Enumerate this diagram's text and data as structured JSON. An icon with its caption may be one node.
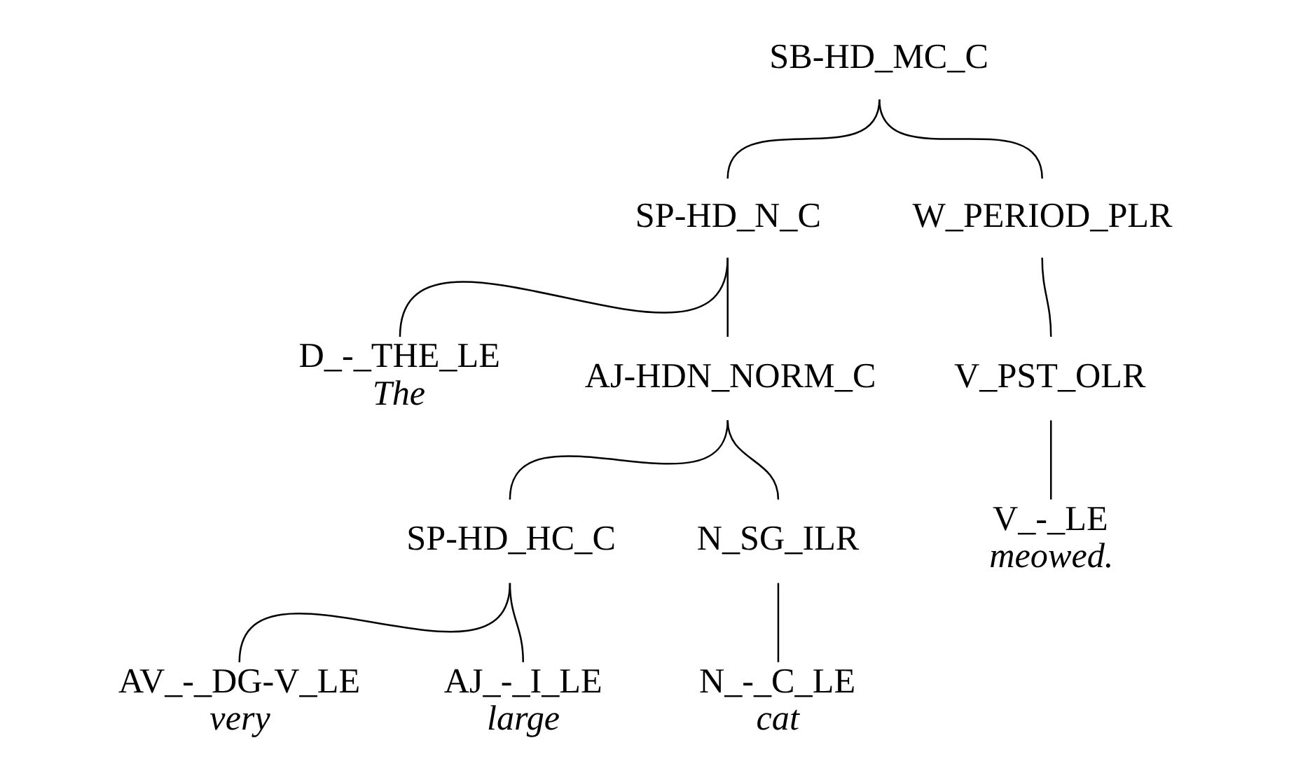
{
  "diagram": {
    "nodes": [
      {
        "text": [
          "SB-HD_MC_C"
        ]
      },
      {
        "text": [
          "SP-HD_N_C"
        ]
      },
      {
        "text": [
          "W_PERIOD_PLR"
        ]
      },
      {
        "text": [
          "V_PST_OLR"
        ]
      },
      {
        "text": [
          "D_-_THE_LE",
          "The"
        ]
      },
      {
        "text": [
          "AJ-HDN_NORM_C"
        ]
      },
      {
        "text": [
          "V_-_LE",
          "meowed."
        ]
      },
      {
        "text": [
          "SP-HD_HC_C"
        ]
      },
      {
        "text": [
          "N_SG_ILR"
        ]
      },
      {
        "text": [
          "AV_-_DG-V_LE",
          "very"
        ]
      },
      {
        "text": [
          "AJ_-_I_LE",
          "large"
        ]
      },
      {
        "text": [
          "N_-_C_LE",
          "cat"
        ]
      }
    ],
    "edges": [
      {
        "from": 0,
        "to": 1,
        "arrow": "none"
      },
      {
        "from": 0,
        "to": 2,
        "arrow": "none"
      },
      {
        "from": 1,
        "to": 4,
        "arrow": "none"
      },
      {
        "from": 1,
        "to": 5,
        "arrow": "none"
      },
      {
        "from": 2,
        "to": 3,
        "arrow": "none"
      },
      {
        "from": 3,
        "to": 6,
        "arrow": "none"
      },
      {
        "from": 5,
        "to": 7,
        "arrow": "none"
      },
      {
        "from": 5,
        "to": 8,
        "arrow": "none"
      },
      {
        "from": 7,
        "to": 9,
        "arrow": "none"
      },
      {
        "from": 7,
        "to": 10,
        "arrow": "none"
      },
      {
        "from": 8,
        "to": 11,
        "arrow": "none"
      }
    ]
  }
}
